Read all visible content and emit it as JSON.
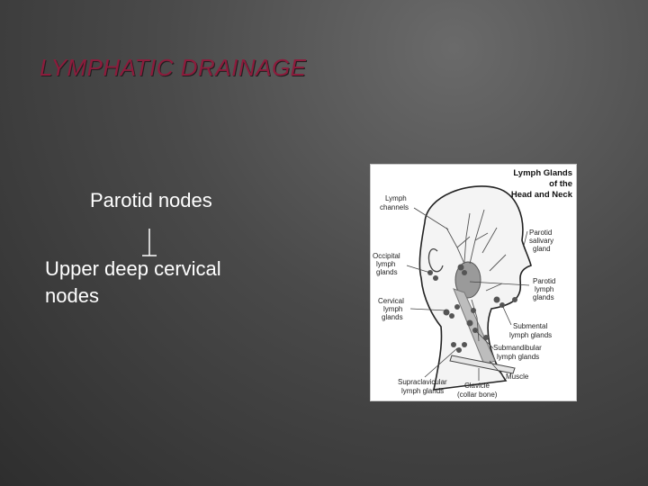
{
  "slide": {
    "title": "LYMPHATIC DRAINAGE",
    "text_line_1": "Parotid nodes",
    "text_line_2": "Upper deep cervical nodes"
  },
  "figure": {
    "heading": [
      "Lymph Glands",
      "of the",
      "Head and Neck"
    ],
    "labels": {
      "lymph_channels": [
        "Lymph",
        "channels"
      ],
      "parotid_salivary_gland": [
        "Parotid",
        "salivary",
        "gland"
      ],
      "occipital_lymph_glands": [
        "Occipital",
        "lymph",
        "glands"
      ],
      "parotid_lymph_glands": [
        "Parotid",
        "lymph",
        "glands"
      ],
      "cervical_lymph_glands": [
        "Cervical",
        "lymph",
        "glands"
      ],
      "submental_lymph_glands": [
        "Submental",
        "lymph glands"
      ],
      "submandibular_lymph_glands": [
        "Submandibular",
        "lymph glands"
      ],
      "muscle": [
        "Muscle"
      ],
      "supraclavicular_lymph_glands": [
        "Supraclavicular",
        "lymph glands"
      ],
      "clavicle": [
        "Clavicle",
        "(collar bone)"
      ]
    }
  }
}
